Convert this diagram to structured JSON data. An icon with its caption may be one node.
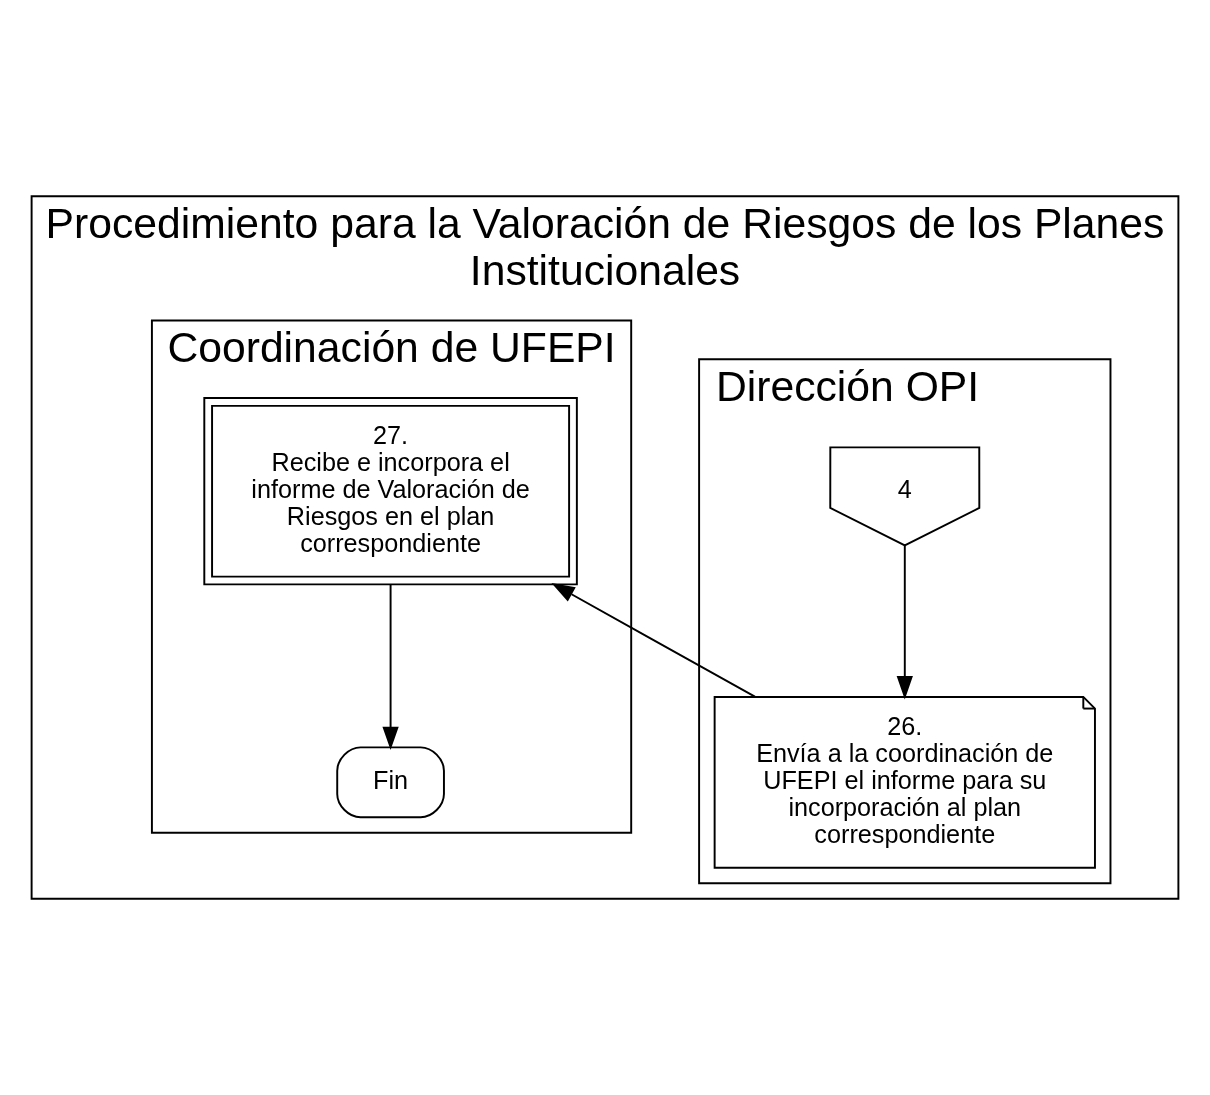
{
  "diagram": {
    "nodes": [
      {
        "text": [
          "Procedimiento para la Valoración de Riesgos de los Planes Institucionales"
        ]
      },
      {
        "text": [
          "Dirección OPI"
        ],
        "in": 0
      },
      {
        "text": [
          "Coordinación de UFEPI"
        ],
        "in": 0
      },
      {
        "text": [
          "4"
        ],
        "in": 1
      },
      {
        "text": [
          "26.",
          "Envía a la coordinación de UFEPI el informe para su incorporación al plan correspondiente"
        ],
        "in": 1
      },
      {
        "text": [
          "27.",
          "Recibe e incorpora el informe de Valoración de Riesgos en el plan correspondiente"
        ],
        "in": 2
      },
      {
        "text": [
          "Fin"
        ],
        "in": 2
      }
    ],
    "edges": [
      {
        "from": 3,
        "to": 4,
        "arrow": "to"
      },
      {
        "from": 4,
        "to": 5,
        "arrow": "to"
      },
      {
        "from": 5,
        "to": 6,
        "arrow": "to"
      }
    ]
  }
}
